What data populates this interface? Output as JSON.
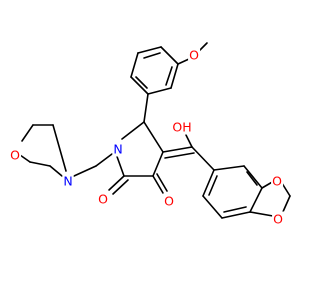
{
  "molecule": {
    "atoms": {
      "methoxy_o": "O",
      "hydroxyl_oh": "OH",
      "ring_n": "N",
      "morpholine_n": "N",
      "morpholine_o": "O",
      "benzodioxole_o_top": "O",
      "benzodioxole_o_bottom": "O",
      "carbonyl_o_left": "O",
      "carbonyl_o_right": "O"
    },
    "colors": {
      "bond": "#000000",
      "oxygen": "#ff0000",
      "nitrogen": "#0000ff"
    }
  }
}
